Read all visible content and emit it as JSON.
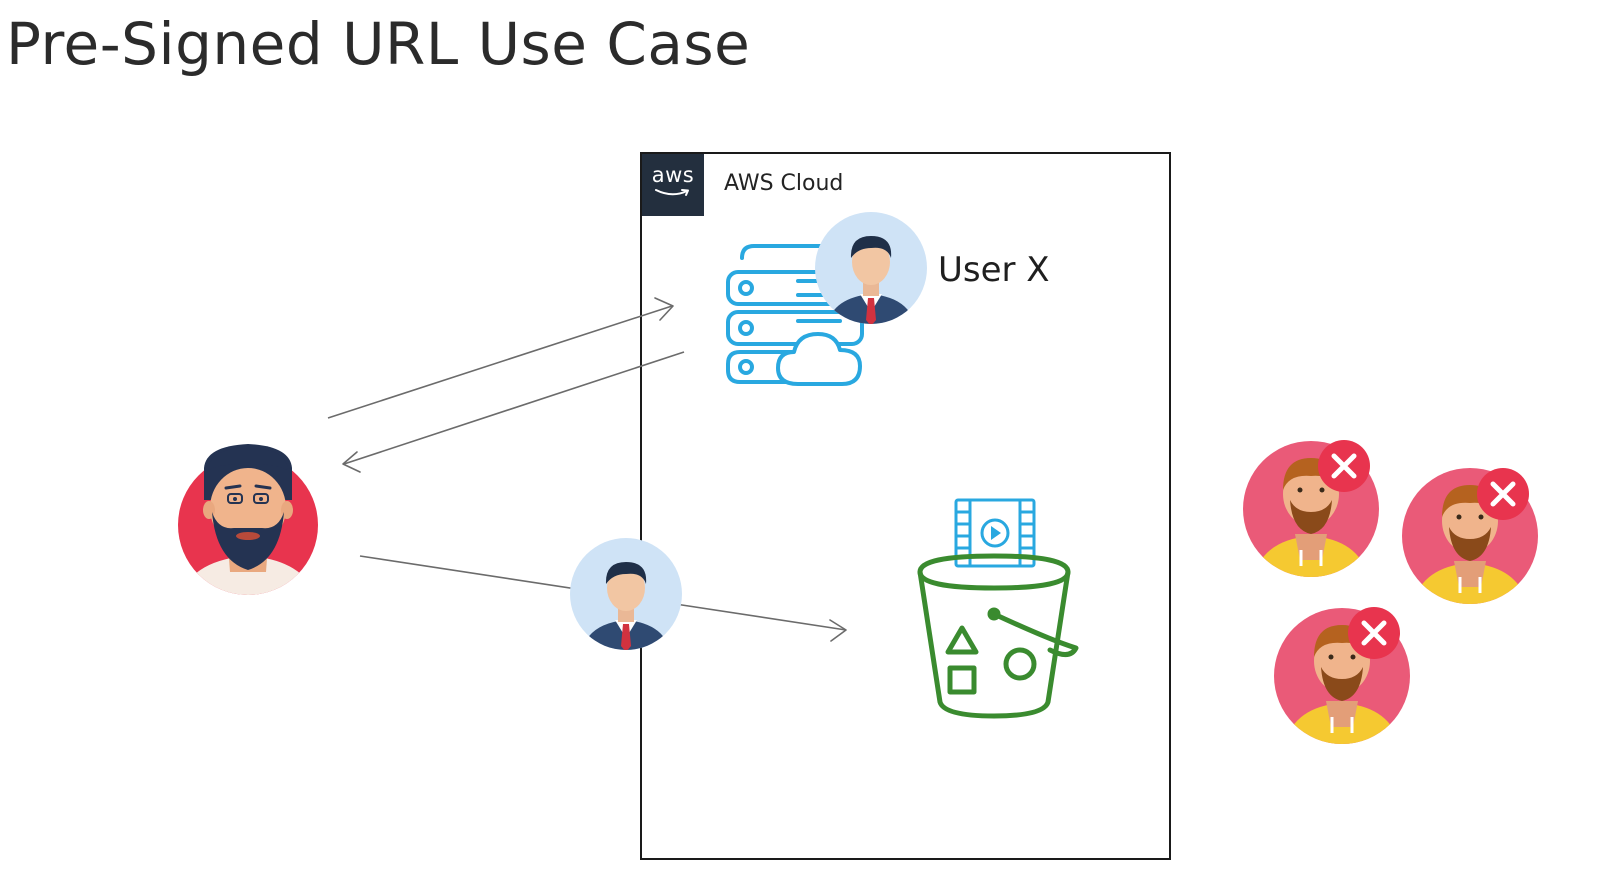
{
  "title": "Pre-Signed URL Use Case",
  "aws_cloud": {
    "badge_text": "aws",
    "label": "AWS Cloud"
  },
  "user_x_label": "User X",
  "icons": {
    "client": "bearded-user-avatar-icon",
    "server": "cloud-server-icon",
    "user_x": "businessman-avatar-icon",
    "presigned_url_user": "businessman-avatar-icon",
    "s3_bucket": "s3-bucket-icon",
    "video_file": "video-file-icon",
    "denied_users": [
      "denied-user-icon",
      "denied-user-icon",
      "denied-user-icon"
    ]
  },
  "colors": {
    "aws_badge": "#232f3e",
    "server_blue": "#29a8e0",
    "bucket_green": "#3a8b2f",
    "client_circle": "#e8344e",
    "denied_circle": "#ea5a78",
    "denied_x": "#e8344e",
    "arrow": "#6b6b6b"
  }
}
